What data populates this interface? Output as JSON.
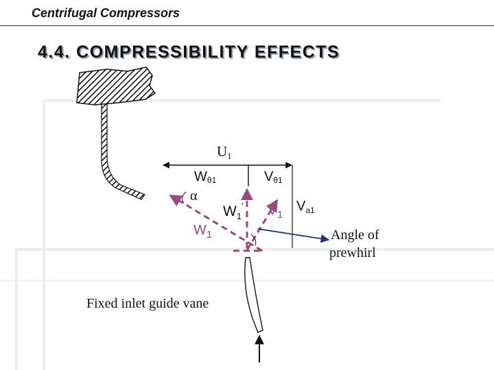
{
  "header": {
    "text": "Centrifugal Compressors"
  },
  "slide": {
    "title": "4.4. COMPRESSIBILITY EFFECTS"
  },
  "diagram": {
    "u1": {
      "main": "U",
      "sub": "1"
    },
    "w_theta1": {
      "main": "W",
      "sub": "θ1"
    },
    "v_theta1": {
      "main": "V",
      "sub": "θ1"
    },
    "alpha": "α",
    "w1_prime": {
      "main": "W",
      "sub": "1",
      "sup": "’"
    },
    "v1": {
      "main": "V",
      "sub": "1"
    },
    "va1": {
      "main": "V",
      "sub": "a1"
    },
    "w1": {
      "main": "W",
      "sub": "1"
    },
    "angle_label": [
      "Angle of",
      "prewhirl"
    ],
    "vane_label": "Fixed inlet guide vane"
  },
  "colors": {
    "dashed": "#9a4a7c",
    "prewhirl_arrow": "#23307a",
    "stripe": "#e9eff3"
  }
}
